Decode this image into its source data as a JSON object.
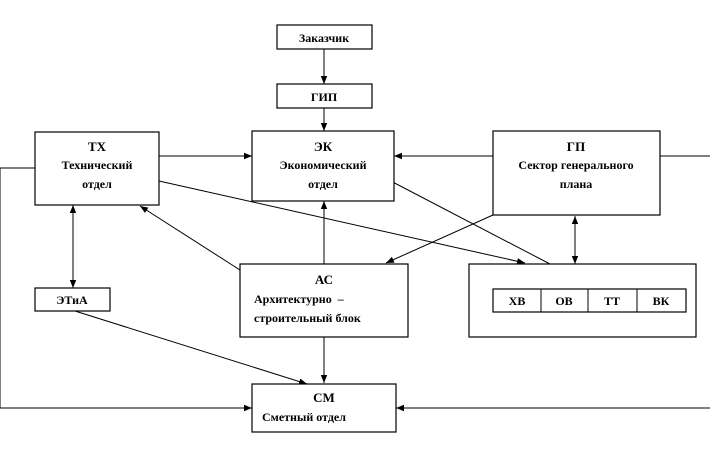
{
  "diagram": {
    "nodes": {
      "zakazchik": {
        "lines": [
          "Заказчик"
        ]
      },
      "gip": {
        "lines": [
          "ГИП"
        ]
      },
      "tx": {
        "lines": [
          "ТХ",
          "Технический",
          "отдел"
        ]
      },
      "ek": {
        "lines": [
          "ЭК",
          "Экономический",
          "отдел"
        ]
      },
      "gp": {
        "lines": [
          "ГП",
          "Сектор генерального",
          "плана"
        ]
      },
      "etia": {
        "lines": [
          "ЭТиА"
        ]
      },
      "as": {
        "lines": [
          "АС",
          "Архитектурно  –",
          "строительный блок"
        ]
      },
      "sub": {
        "cells": [
          "ХВ",
          "ОВ",
          "ТТ",
          "ВК"
        ]
      },
      "sm": {
        "lines": [
          "СМ",
          "Сметный отдел"
        ]
      }
    }
  }
}
